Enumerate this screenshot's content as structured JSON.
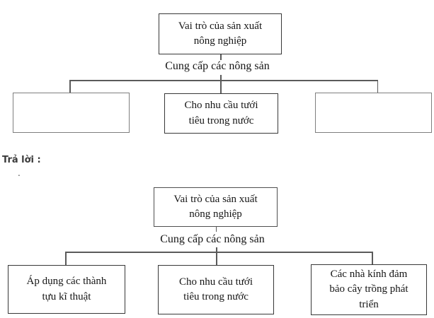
{
  "question_diagram": {
    "root": "Vai trò của sản xuất\nnông nghiệp",
    "branch_label": "Cung cấp các nông sản",
    "children": [
      {
        "text": ""
      },
      {
        "text": "Cho nhu cầu tưới\ntiêu trong nước"
      },
      {
        "text": ""
      }
    ]
  },
  "answer_section": {
    "label": "Trả lời :",
    "period": "."
  },
  "answer_diagram": {
    "root": "Vai trò của sản xuất\nnông nghiệp",
    "branch_label": "Cung cấp các nông sản",
    "children": [
      {
        "text": "Áp dụng các thành\ntựu kĩ thuật"
      },
      {
        "text": "Cho nhu cầu tưới\ntiêu trong nước"
      },
      {
        "text": "Các nhà kính đảm\nbảo cây trồng phát\ntriển"
      }
    ]
  },
  "colors": {
    "box_border_dark": "#383838",
    "box_border_gray": "#7e7e7e",
    "connector": "#5a5a5a",
    "diagram_text": "#161616",
    "answer_label_text": "#3b3b3b",
    "background": "#ffffff"
  }
}
